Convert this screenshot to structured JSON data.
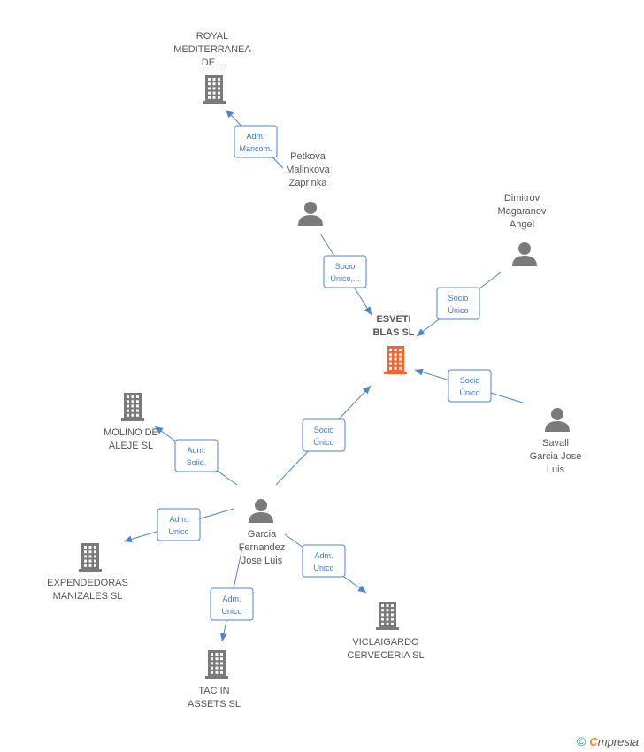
{
  "colors": {
    "company_node": "#7a7a7a",
    "center_node": "#f26430",
    "person_node": "#7a7a7a",
    "edge": "#4a86d0",
    "label_text": "#555555"
  },
  "nodes": [
    {
      "id": "esveti",
      "kind": "company",
      "center": true,
      "label": [
        "ESVETI",
        "BLAS SL"
      ]
    },
    {
      "id": "royal",
      "kind": "company",
      "label": [
        "ROYAL",
        "MEDITERRANEA",
        "DE..."
      ]
    },
    {
      "id": "petkova",
      "kind": "person",
      "label": [
        "Petkova",
        "Malinkova",
        "Zaprinka"
      ]
    },
    {
      "id": "dimitrov",
      "kind": "person",
      "label": [
        "Dimitrov",
        "Magaranov",
        "Angel"
      ]
    },
    {
      "id": "savall",
      "kind": "person",
      "label": [
        "Savall",
        "Garcia Jose",
        "Luis"
      ]
    },
    {
      "id": "garcia",
      "kind": "person",
      "label": [
        "Garcia",
        "Fernandez",
        "Jose Luis"
      ]
    },
    {
      "id": "molino",
      "kind": "company",
      "label": [
        "MOLINO DE",
        "ALEJE SL"
      ]
    },
    {
      "id": "expendedoras",
      "kind": "company",
      "label": [
        "EXPENDEDORAS",
        "MANIZALES SL"
      ]
    },
    {
      "id": "tac",
      "kind": "company",
      "label": [
        "TAC IN",
        "ASSETS SL"
      ]
    },
    {
      "id": "viclaigardo",
      "kind": "company",
      "label": [
        "VICLAIGARDO",
        "CERVECERIA SL"
      ]
    }
  ],
  "edges": [
    {
      "from": "petkova",
      "to": "royal",
      "label": [
        "Adm.",
        "Mancom."
      ]
    },
    {
      "from": "petkova",
      "to": "esveti",
      "label": [
        "Socio",
        "Único,..."
      ]
    },
    {
      "from": "dimitrov",
      "to": "esveti",
      "label": [
        "Socio",
        "Único"
      ]
    },
    {
      "from": "savall",
      "to": "esveti",
      "label": [
        "Socio",
        "Único"
      ]
    },
    {
      "from": "garcia",
      "to": "esveti",
      "label": [
        "Socio",
        "Único"
      ]
    },
    {
      "from": "garcia",
      "to": "molino",
      "label": [
        "Adm.",
        "Solid."
      ]
    },
    {
      "from": "garcia",
      "to": "expendedoras",
      "label": [
        "Adm.",
        "Unico"
      ]
    },
    {
      "from": "garcia",
      "to": "tac",
      "label": [
        "Adm.",
        "Unico"
      ]
    },
    {
      "from": "garcia",
      "to": "viclaigardo",
      "label": [
        "Adm.",
        "Unico"
      ]
    }
  ],
  "footer": {
    "copyright_symbol": "©",
    "brand_initial": "C",
    "brand_rest": "mpresia"
  }
}
